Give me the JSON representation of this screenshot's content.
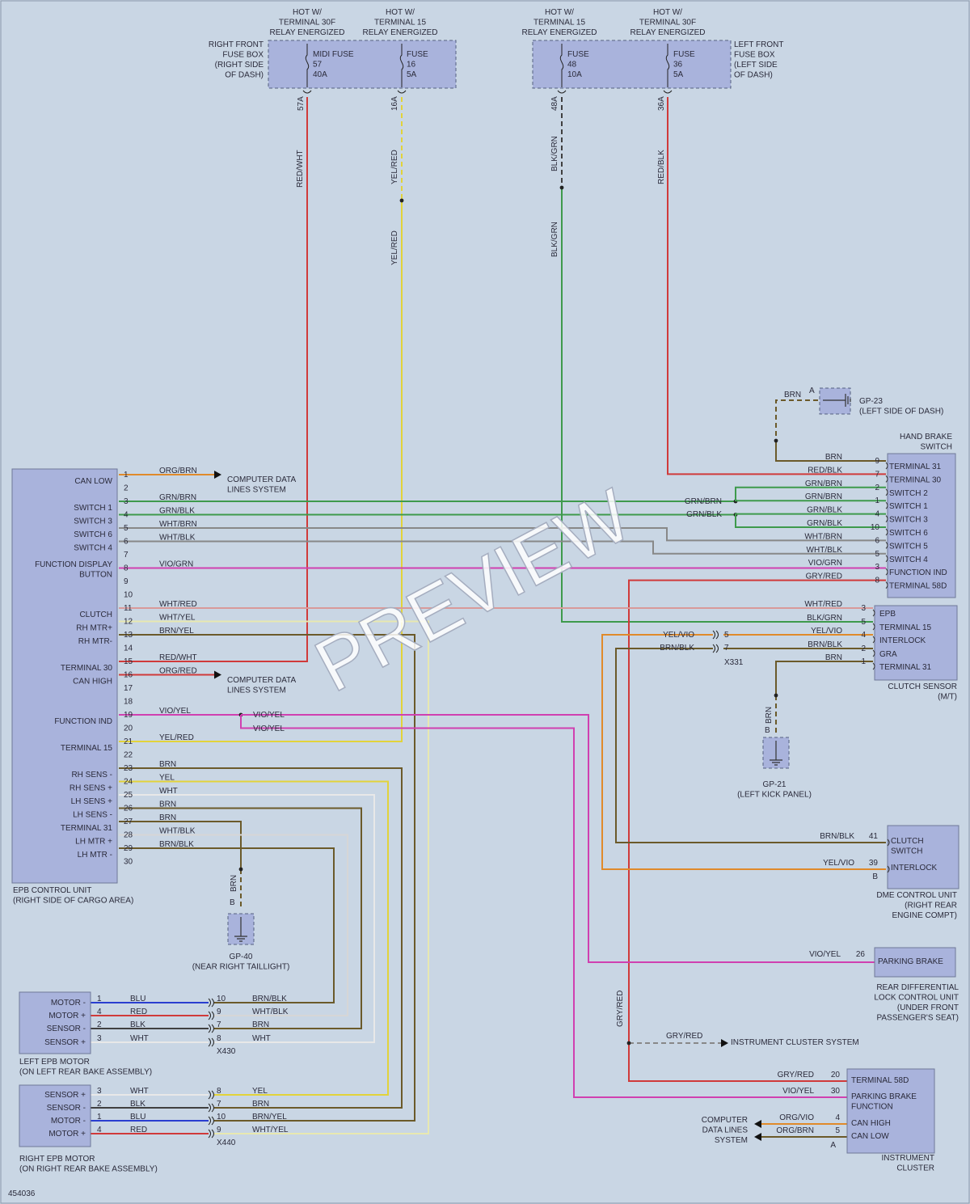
{
  "fuses": {
    "hot_a": [
      "HOT W/",
      "TERMINAL 30F",
      "RELAY ENERGIZED"
    ],
    "hot_b": [
      "HOT W/",
      "TERMINAL 15",
      "RELAY ENERGIZED"
    ],
    "hot_c": [
      "HOT W/",
      "TERMINAL 15",
      "RELAY ENERGIZED"
    ],
    "hot_d": [
      "HOT W/",
      "TERMINAL 30F",
      "RELAY ENERGIZED"
    ],
    "right_box_label": [
      "RIGHT FRONT",
      "FUSE BOX",
      "(RIGHT SIDE",
      "OF DASH)"
    ],
    "left_box_label": [
      "LEFT FRONT",
      "FUSE BOX",
      "(LEFT SIDE",
      "OF DASH)"
    ],
    "f57": [
      "MIDI FUSE",
      "57",
      "40A"
    ],
    "f16": [
      "FUSE",
      "16",
      "5A"
    ],
    "f48": [
      "FUSE",
      "48",
      "10A"
    ],
    "f36": [
      "FUSE",
      "36",
      "5A"
    ],
    "pins": {
      "p57": "57A",
      "p16": "16A",
      "p48": "48A",
      "p36": "36A"
    }
  },
  "wire_labels": {
    "red_wht_v": "RED/WHT",
    "yel_red_v1": "YEL/RED",
    "yel_red_v2": "YEL/RED",
    "blk_grn_v1": "BLK/GRN",
    "blk_grn_v2": "BLK/GRN",
    "red_blk_v": "RED/BLK",
    "brn_gp23": "BRN",
    "brn_gp21": "BRN",
    "brn_gp40": "BRN",
    "gry_red_v": "GRY/RED"
  },
  "epb": {
    "name": [
      "EPB CONTROL UNIT",
      "(RIGHT SIDE OF CARGO AREA)"
    ],
    "pins": [
      {
        "pin": "1",
        "func": "CAN LOW",
        "wire": "ORG/BRN"
      },
      {
        "pin": "2",
        "func": "",
        "wire": ""
      },
      {
        "pin": "3",
        "func": "SWITCH 1",
        "wire": "GRN/BRN"
      },
      {
        "pin": "4",
        "func": "SWITCH 3",
        "wire": "GRN/BLK"
      },
      {
        "pin": "5",
        "func": "SWITCH 6",
        "wire": "WHT/BRN"
      },
      {
        "pin": "6",
        "func": "SWITCH 4",
        "wire": "WHT/BLK"
      },
      {
        "pin": "7",
        "func": "",
        "wire": ""
      },
      {
        "pin": "8",
        "func": "FUNCTION DISPLAY|BUTTON",
        "wire": "VIO/GRN"
      },
      {
        "pin": "9",
        "func": "",
        "wire": ""
      },
      {
        "pin": "10",
        "func": "",
        "wire": ""
      },
      {
        "pin": "11",
        "func": "CLUTCH",
        "wire": "WHT/RED"
      },
      {
        "pin": "12",
        "func": "RH MTR+",
        "wire": "WHT/YEL"
      },
      {
        "pin": "13",
        "func": "RH MTR-",
        "wire": "BRN/YEL"
      },
      {
        "pin": "14",
        "func": "",
        "wire": ""
      },
      {
        "pin": "15",
        "func": "TERMINAL 30",
        "wire": "RED/WHT"
      },
      {
        "pin": "16",
        "func": "CAN HIGH",
        "wire": "ORG/RED"
      },
      {
        "pin": "17",
        "func": "",
        "wire": ""
      },
      {
        "pin": "18",
        "func": "",
        "wire": ""
      },
      {
        "pin": "19",
        "func": "FUNCTION IND",
        "wire": "VIO/YEL"
      },
      {
        "pin": "20",
        "func": "",
        "wire": ""
      },
      {
        "pin": "21",
        "func": "TERMINAL 15",
        "wire": "YEL/RED"
      },
      {
        "pin": "22",
        "func": "",
        "wire": ""
      },
      {
        "pin": "23",
        "func": "RH SENS -",
        "wire": "BRN"
      },
      {
        "pin": "24",
        "func": "RH SENS +",
        "wire": "YEL"
      },
      {
        "pin": "25",
        "func": "LH SENS +",
        "wire": "WHT"
      },
      {
        "pin": "26",
        "func": "LH SENS -",
        "wire": "BRN"
      },
      {
        "pin": "27",
        "func": "TERMINAL 31",
        "wire": "BRN"
      },
      {
        "pin": "28",
        "func": "LH MTR +",
        "wire": "WHT/BLK"
      },
      {
        "pin": "29",
        "func": "LH MTR -",
        "wire": "BRN/BLK"
      },
      {
        "pin": "30",
        "func": "",
        "wire": ""
      }
    ],
    "cdl_a": [
      "COMPUTER DATA",
      "LINES SYSTEM"
    ],
    "cdl_b": [
      "COMPUTER DATA",
      "LINES SYSTEM"
    ],
    "vio_yel_a": "VIO/YEL",
    "vio_yel_b": "VIO/YEL"
  },
  "gp23": {
    "pin": "A",
    "label": [
      "GP-23",
      "(LEFT SIDE OF DASH)"
    ]
  },
  "gp21": {
    "pin": "B",
    "label": [
      "GP-21",
      "(LEFT KICK PANEL)"
    ]
  },
  "gp40": {
    "pin": "B",
    "label": [
      "GP-40",
      "(NEAR RIGHT TAILLIGHT)"
    ]
  },
  "hbs": {
    "name": [
      "HAND BRAKE",
      "SWITCH"
    ],
    "rows": [
      {
        "pin": "9",
        "func": "TERMINAL 31",
        "wire": "BRN"
      },
      {
        "pin": "7",
        "func": "TERMINAL 30",
        "wire": "RED/BLK"
      },
      {
        "pin": "2",
        "func": "SWITCH 2",
        "wire": "GRN/BRN"
      },
      {
        "pin": "1",
        "func": "SWITCH 1",
        "wire": "GRN/BRN"
      },
      {
        "pin": "4",
        "func": "SWITCH 3",
        "wire": "GRN/BLK"
      },
      {
        "pin": "10",
        "func": "SWITCH 6",
        "wire": "GRN/BLK"
      },
      {
        "pin": "6",
        "func": "SWITCH 5",
        "wire": "WHT/BRN"
      },
      {
        "pin": "5",
        "func": "SWITCH 4",
        "wire": "WHT/BLK"
      },
      {
        "pin": "3",
        "func": "FUNCTION IND",
        "wire": "VIO/GRN"
      },
      {
        "pin": "8",
        "func": "TERMINAL 58D",
        "wire": "GRY/RED"
      }
    ],
    "splice_a": "GRN/BRN",
    "splice_b": "GRN/BLK"
  },
  "clutch": {
    "name": [
      "CLUTCH SENSOR",
      "(M/T)"
    ],
    "rows": [
      {
        "pin": "3",
        "func": "EPB",
        "wire": "WHT/RED"
      },
      {
        "pin": "5",
        "func": "TERMINAL 15",
        "wire": "BLK/GRN"
      },
      {
        "pin": "4",
        "func": "INTERLOCK",
        "wire": "YEL/VIO"
      },
      {
        "pin": "2",
        "func": "GRA",
        "wire": "BRN/BLK"
      },
      {
        "pin": "1",
        "func": "TERMINAL 31",
        "wire": "BRN"
      }
    ],
    "x331": {
      "id": "X331",
      "p5": "5",
      "p7": "7",
      "w5": "YEL/VIO",
      "w7": "BRN/BLK"
    }
  },
  "dme": {
    "name": [
      "DME CONTROL UNIT",
      "(RIGHT REAR",
      "ENGINE COMPT)"
    ],
    "rows": [
      {
        "pin": "41",
        "func": "CLUTCH|SWITCH",
        "wire": "BRN/BLK"
      },
      {
        "pin": "39",
        "func": "INTERLOCK",
        "wire": "YEL/VIO"
      }
    ],
    "conn": "B"
  },
  "rdl": {
    "name": [
      "REAR DIFFERENTIAL",
      "LOCK CONTROL UNIT",
      "(UNDER FRONT",
      "PASSENGER'S SEAT)"
    ],
    "pin": "26",
    "func": "PARKING BRAKE",
    "wire": "VIO/YEL"
  },
  "ics": {
    "wire": "GRY/RED",
    "label": "INSTRUMENT CLUSTER SYSTEM"
  },
  "cluster": {
    "name": [
      "INSTRUMENT",
      "CLUSTER"
    ],
    "rows": [
      {
        "pin": "20",
        "func": "TERMINAL 58D",
        "wire": "GRY/RED"
      },
      {
        "pin": "30",
        "func": "PARKING BRAKE|FUNCTION",
        "wire": "VIO/YEL"
      },
      {
        "pin": "4",
        "func": "CAN HIGH",
        "wire": "ORG/VIO"
      },
      {
        "pin": "5",
        "func": "CAN LOW",
        "wire": "ORG/BRN"
      }
    ],
    "conn": "A",
    "cdl": [
      "COMPUTER",
      "DATA LINES",
      "SYSTEM"
    ]
  },
  "left_motor": {
    "name": [
      "LEFT EPB MOTOR",
      "(ON LEFT REAR BAKE ASSEMBLY)"
    ],
    "rows": [
      {
        "func": "MOTOR -",
        "pin": "1",
        "wire": "BLU",
        "xpin": "10",
        "xwire": "BRN/BLK"
      },
      {
        "func": "MOTOR +",
        "pin": "4",
        "wire": "RED",
        "xpin": "9",
        "xwire": "WHT/BLK"
      },
      {
        "func": "SENSOR -",
        "pin": "2",
        "wire": "BLK",
        "xpin": "7",
        "xwire": "BRN"
      },
      {
        "func": "SENSOR +",
        "pin": "3",
        "wire": "WHT",
        "xpin": "8",
        "xwire": "WHT"
      }
    ],
    "conn": "X430"
  },
  "right_motor": {
    "name": [
      "RIGHT EPB MOTOR",
      "(ON RIGHT REAR BAKE ASSEMBLY)"
    ],
    "rows": [
      {
        "func": "SENSOR +",
        "pin": "3",
        "wire": "WHT",
        "xpin": "8",
        "xwire": "YEL"
      },
      {
        "func": "SENSOR -",
        "pin": "2",
        "wire": "BLK",
        "xpin": "7",
        "xwire": "BRN"
      },
      {
        "func": "MOTOR -",
        "pin": "1",
        "wire": "BLU",
        "xpin": "10",
        "xwire": "BRN/YEL"
      },
      {
        "func": "MOTOR +",
        "pin": "4",
        "wire": "RED",
        "xpin": "9",
        "xwire": "WHT/YEL"
      }
    ],
    "conn": "X440"
  },
  "watermark": "PREVIEW",
  "diagram_id": "454036",
  "colors": {
    "background": "#c9d6e4",
    "box_fill": "#a9b3dc",
    "red": "#d03a3a",
    "yellow": "#e2d33a",
    "orange": "#e08a2a",
    "green": "#3e9a4c",
    "brown": "#6b5a2a",
    "white_wire": "#e8e8e8",
    "violet": "#d040b0",
    "blue": "#2a3ed0",
    "black": "#404040",
    "gray": "#888888"
  }
}
